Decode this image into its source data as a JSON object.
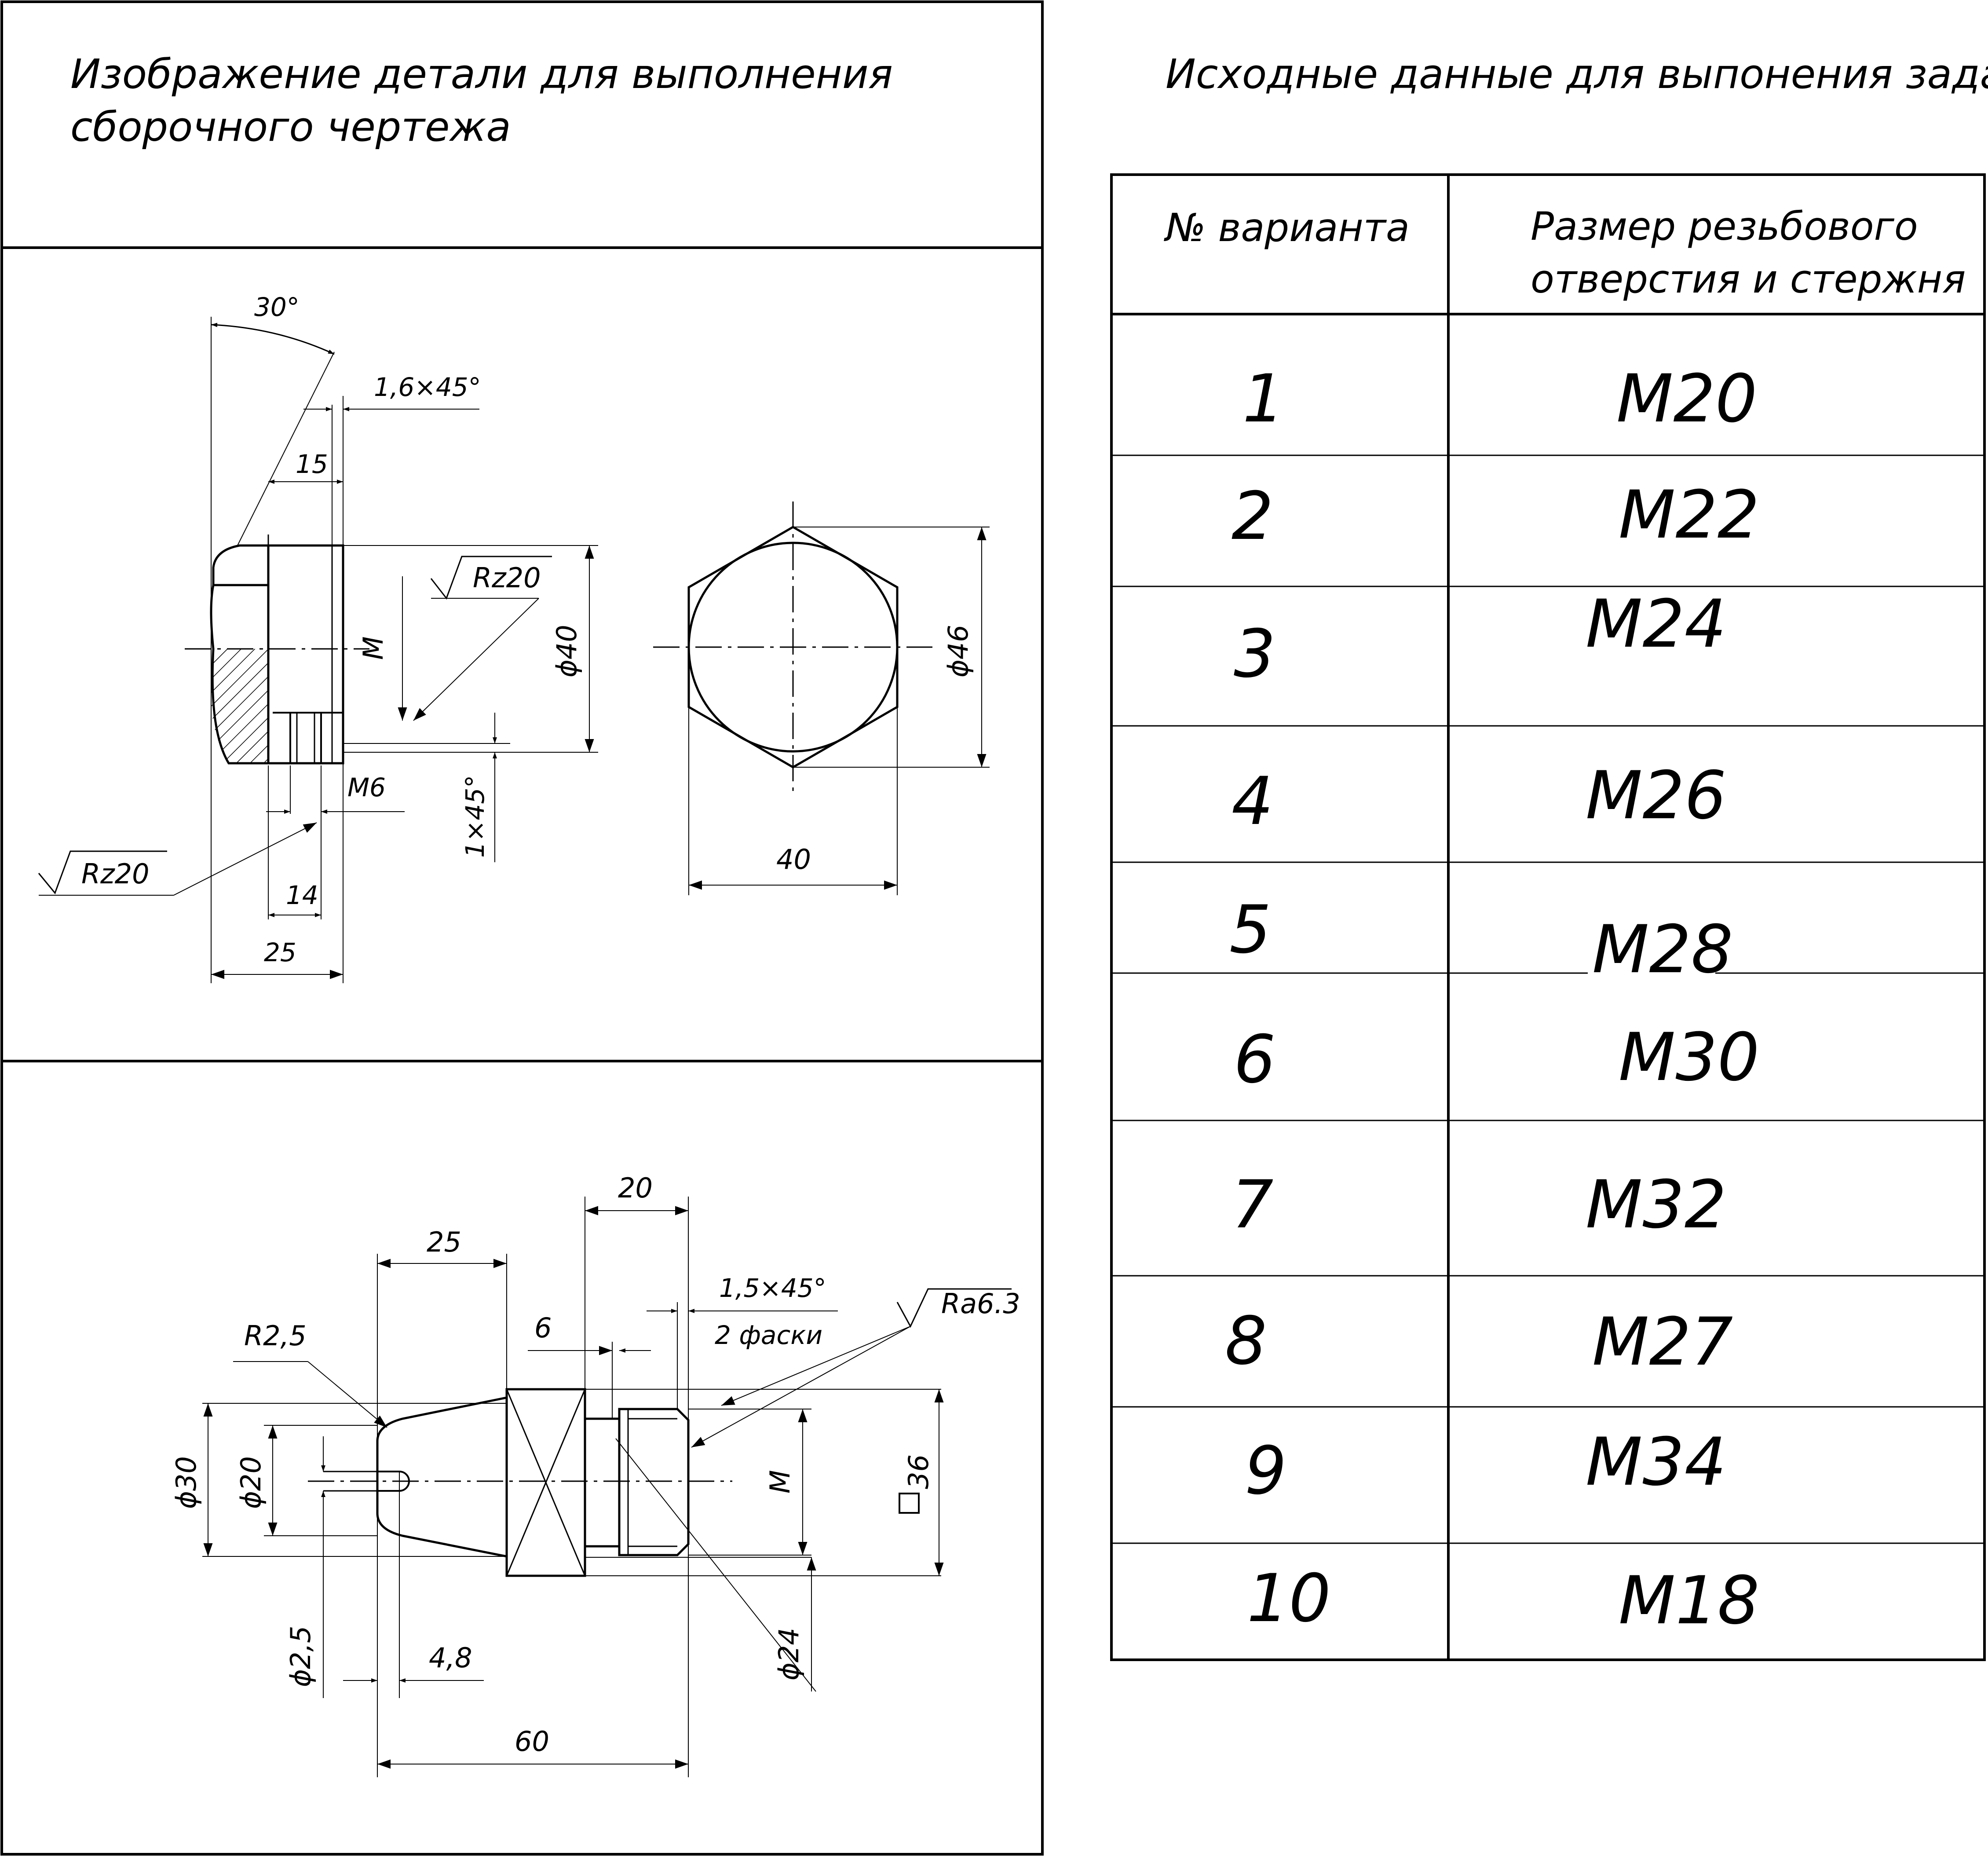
{
  "left_panel": {
    "title_line1": "Изображение детали для выполнения",
    "title_line2": "сборочного чертежа"
  },
  "nut": {
    "angle": "30°",
    "chamfer_top": "1,6×45°",
    "len_15": "15",
    "rz_top": "Rz20",
    "thread_m": "M",
    "dia_40": "ϕ40",
    "m6": "M6",
    "chamfer_1": "1×45°",
    "rz_bottom": "Rz20",
    "len_14": "14",
    "len_25": "25",
    "width_40": "40",
    "dia_46": "ϕ46"
  },
  "bolt": {
    "len_20": "20",
    "len_25": "25",
    "chamfer": "1,5×45°",
    "two_chamfers": "2 фаски",
    "ra": "Ra6.3",
    "len_6": "6",
    "r25": "R2,5",
    "dia_30": "ϕ30",
    "dia_20": "ϕ20",
    "thread_m": "M",
    "sq_36": "36",
    "dia_24": "ϕ24",
    "dia_25": "ϕ2,5",
    "len_48": "4,8",
    "len_60": "60"
  },
  "right_panel": {
    "title": "Исходные данные для вcase_placeholder"
  },
  "table": {
    "header_variant": "№ варианта",
    "header_size_line1": "Размер резьбового",
    "header_size_line2": "отверстия и стержня",
    "rows": [
      {
        "num": "1",
        "size": "M20"
      },
      {
        "num": "2",
        "size": "M22"
      },
      {
        "num": "3",
        "size": "M24"
      },
      {
        "num": "4",
        "size": "M26"
      },
      {
        "num": "5",
        "size": "M28"
      },
      {
        "num": "6",
        "size": "M30"
      },
      {
        "num": "7",
        "size": "M32"
      },
      {
        "num": "8",
        "size": "M27"
      },
      {
        "num": "9",
        "size": "M34"
      },
      {
        "num": "10",
        "size": "M18"
      }
    ]
  }
}
